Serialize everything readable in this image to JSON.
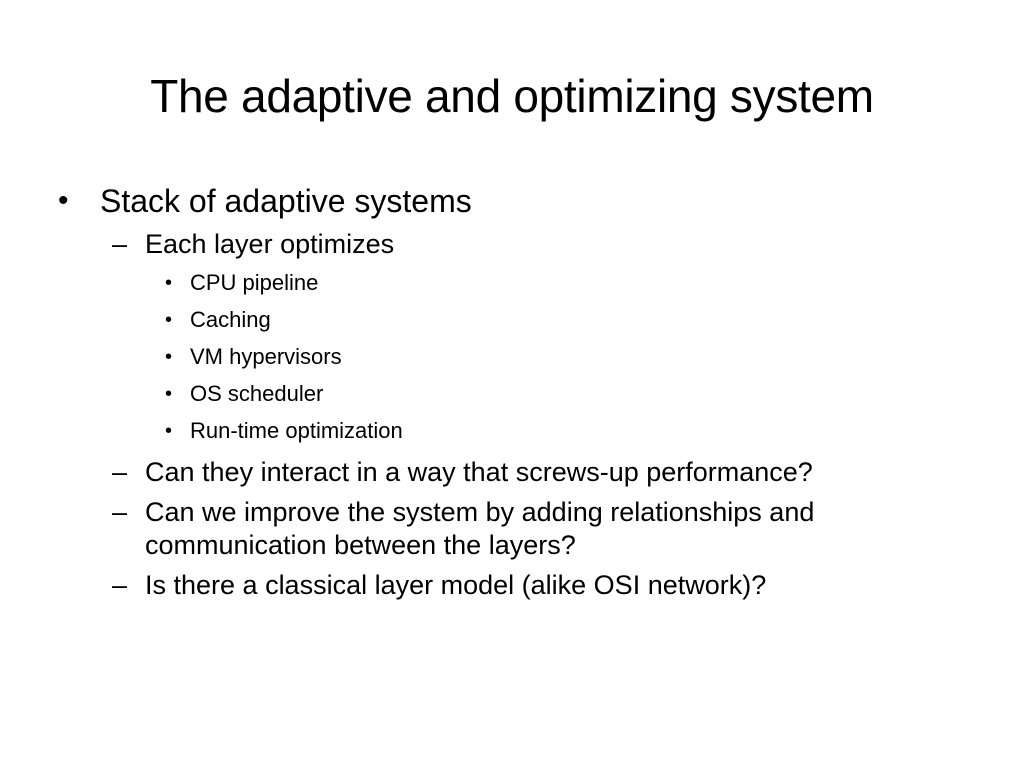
{
  "slide": {
    "title": "The adaptive and optimizing system",
    "bullets": [
      {
        "text": "Stack of adaptive systems",
        "sub": [
          {
            "text": "Each layer optimizes",
            "sub": [
              "CPU pipeline",
              "Caching",
              "VM hypervisors",
              "OS scheduler",
              "Run-time optimization"
            ]
          },
          {
            "text": "Can they interact in a way that screws-up performance?"
          },
          {
            "text": "Can we improve the system by adding relationships and communication between the layers?"
          },
          {
            "text": "Is there a classical layer model (alike OSI network)?"
          }
        ]
      }
    ],
    "markers": {
      "level1": "•",
      "level2": "–",
      "level3": "•"
    }
  }
}
